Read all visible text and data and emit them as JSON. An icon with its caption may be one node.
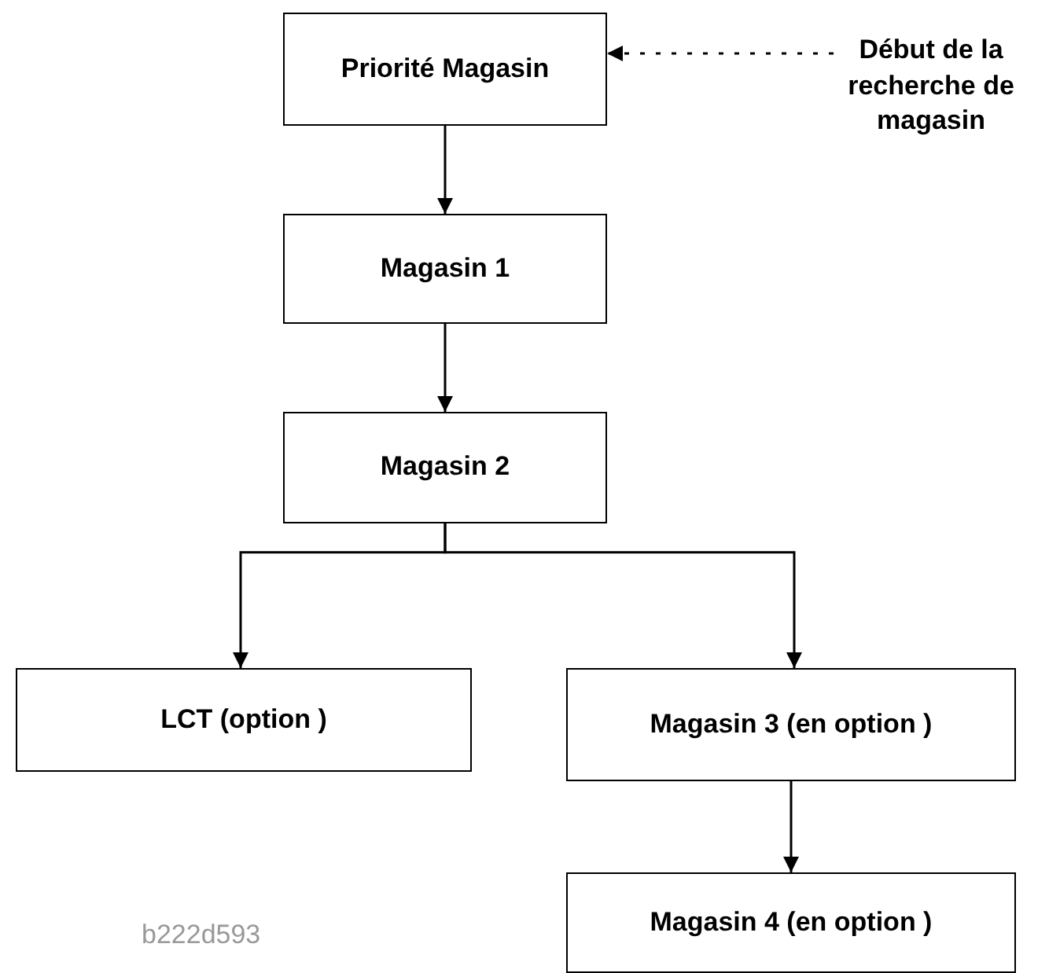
{
  "diagram": {
    "nodes": [
      {
        "text": [
          "Priorité Magasin"
        ]
      },
      {
        "text": [
          "Magasin 1"
        ]
      },
      {
        "text": [
          "Magasin 2"
        ]
      },
      {
        "text": [
          "LCT (option )"
        ]
      },
      {
        "text": [
          "Magasin 3 (en option )"
        ]
      },
      {
        "text": [
          "Magasin 4 (en option )"
        ]
      },
      {
        "text": [
          "Début de la recherche de magasin"
        ]
      }
    ],
    "edges": [
      {
        "from": 0,
        "to": 1,
        "arrow": "to"
      },
      {
        "from": 1,
        "to": 2,
        "arrow": "to"
      },
      {
        "from": 2,
        "to": 3,
        "arrow": "to"
      },
      {
        "from": 2,
        "to": 4,
        "arrow": "to"
      },
      {
        "from": 4,
        "to": 5,
        "arrow": "to"
      },
      {
        "from": 6,
        "to": 0,
        "arrow": "to",
        "style": "dashed"
      }
    ],
    "labels": [
      "b222d593"
    ]
  }
}
